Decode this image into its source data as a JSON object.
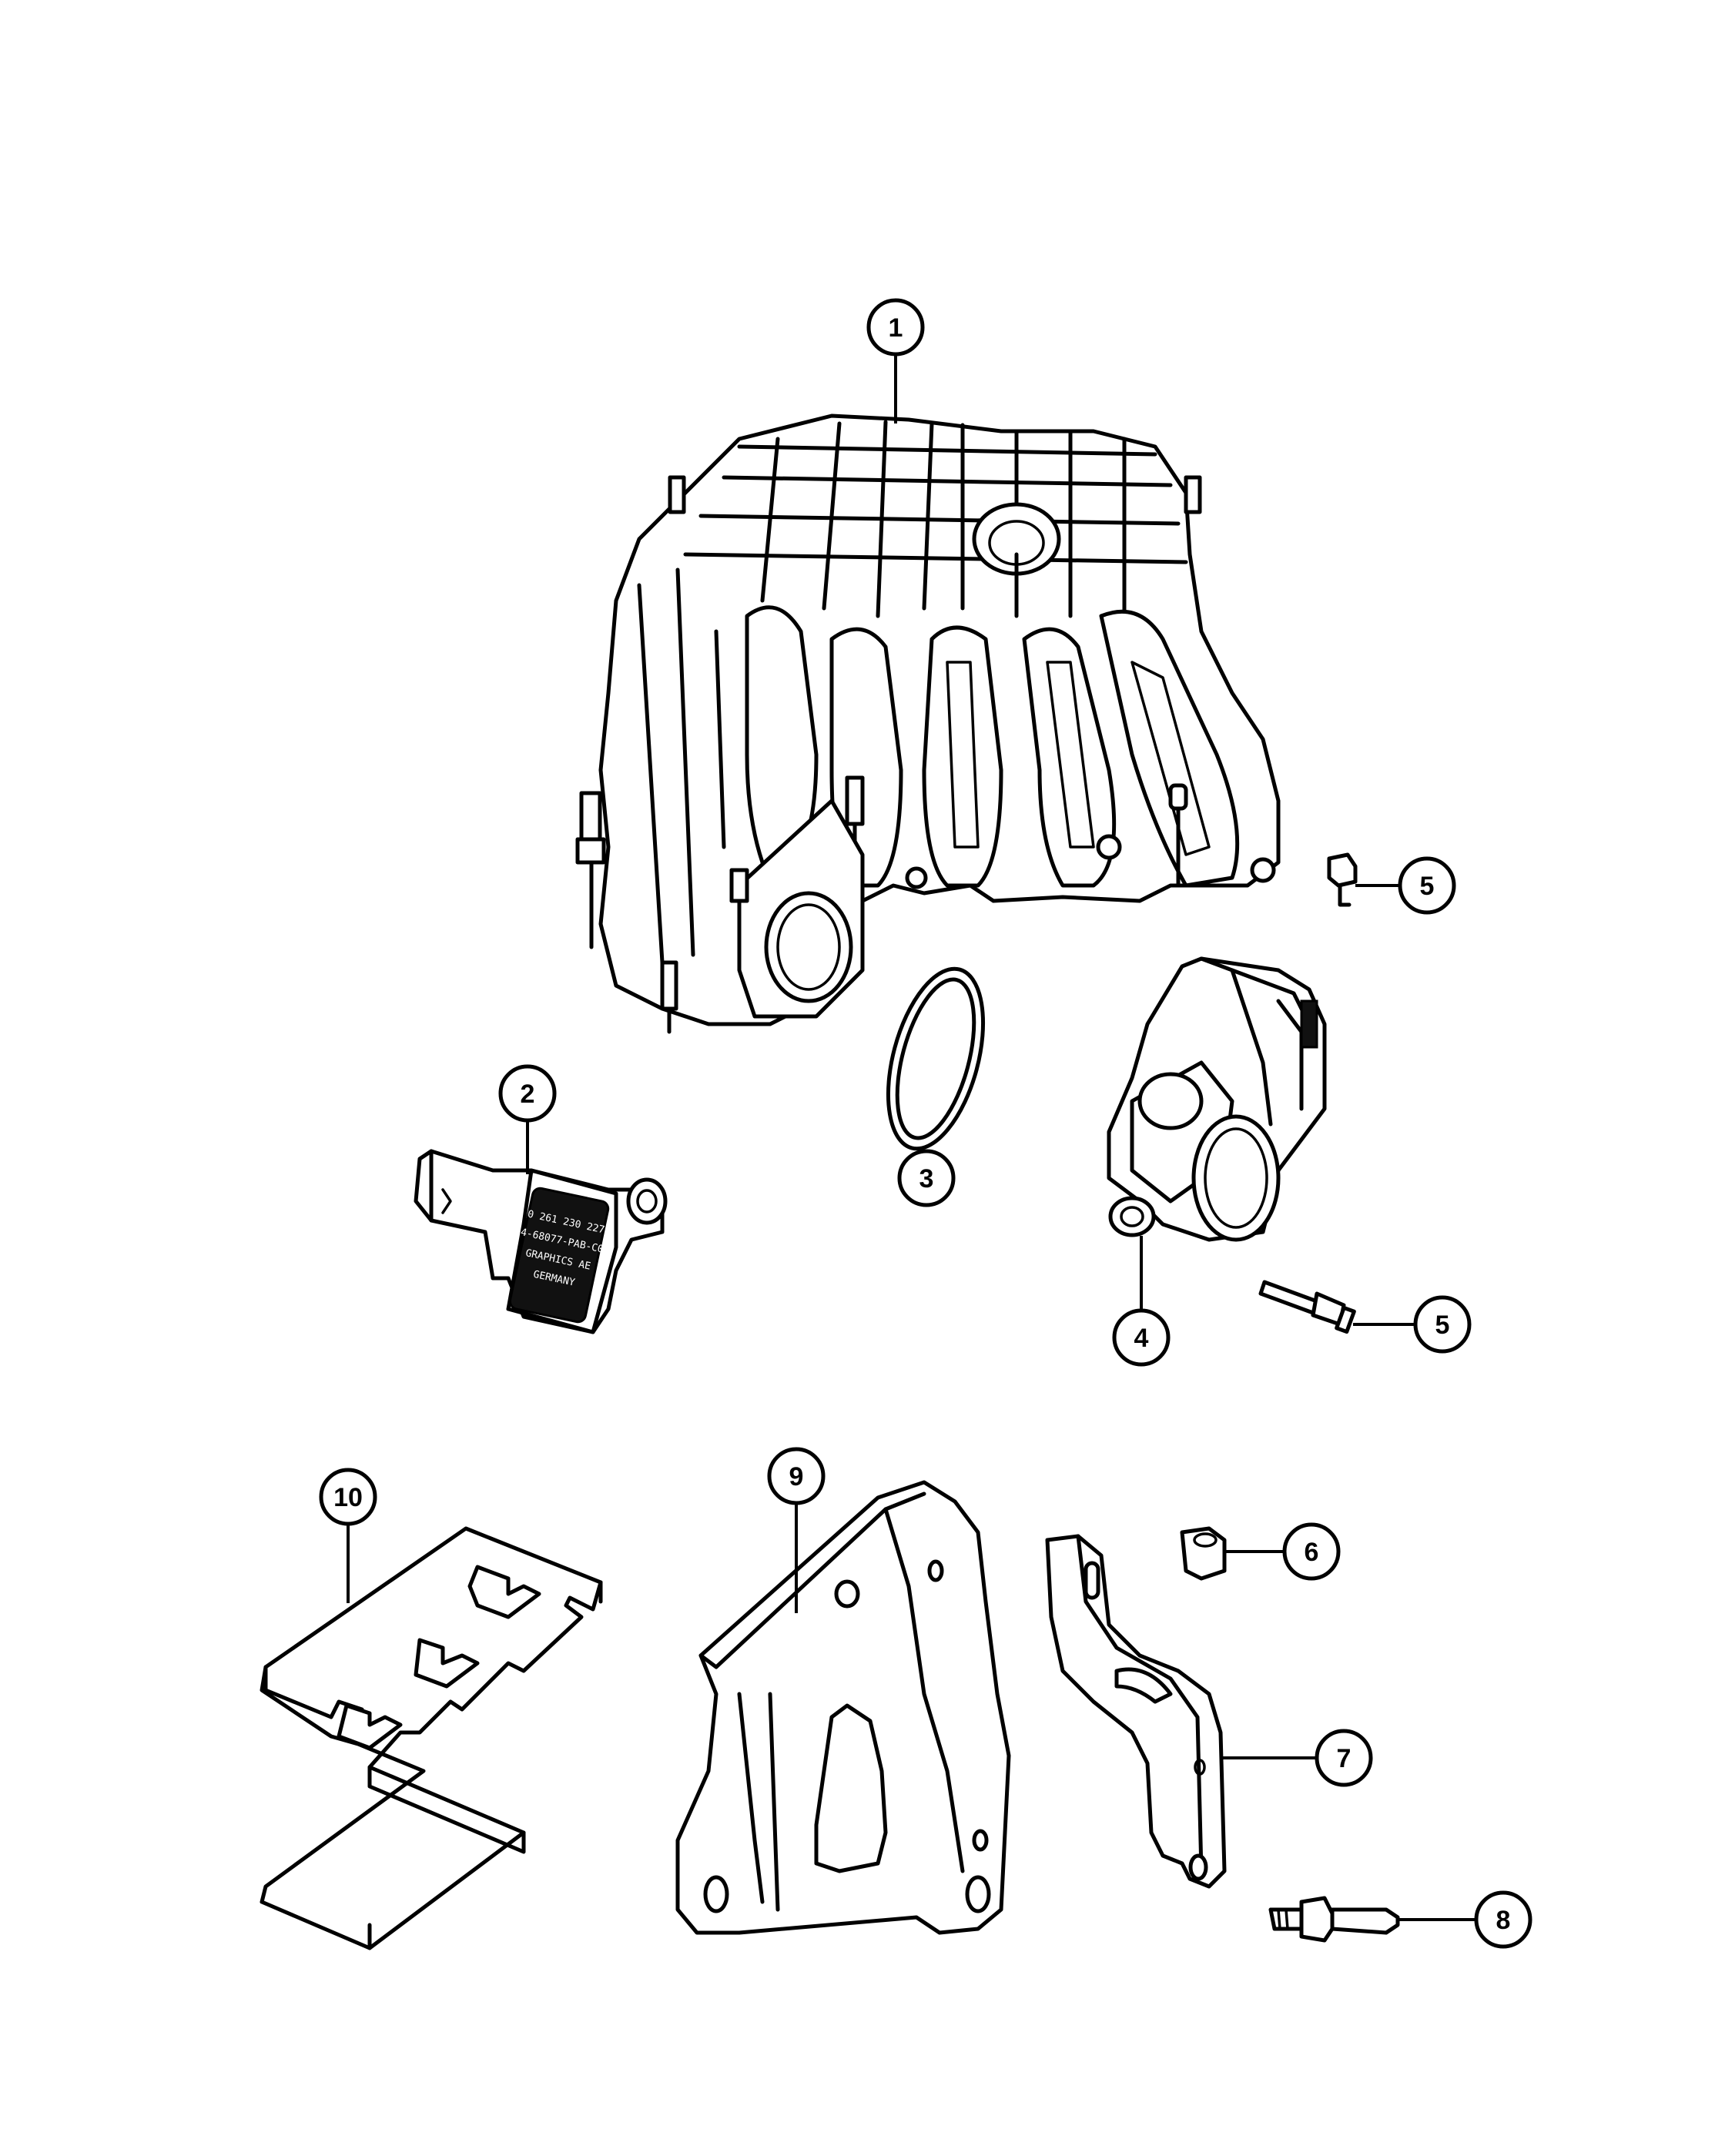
{
  "callouts": {
    "c1": "1",
    "c2": "2",
    "c3": "3",
    "c4": "4",
    "c5a": "5",
    "c5b": "5",
    "c6": "6",
    "c7": "7",
    "c8": "8",
    "c9": "9",
    "c10": "10"
  },
  "sensor_engraving": [
    "0 261 230 227",
    "4-68077-PAB-C0",
    "GRAPHICS AE",
    "GERMANY"
  ]
}
